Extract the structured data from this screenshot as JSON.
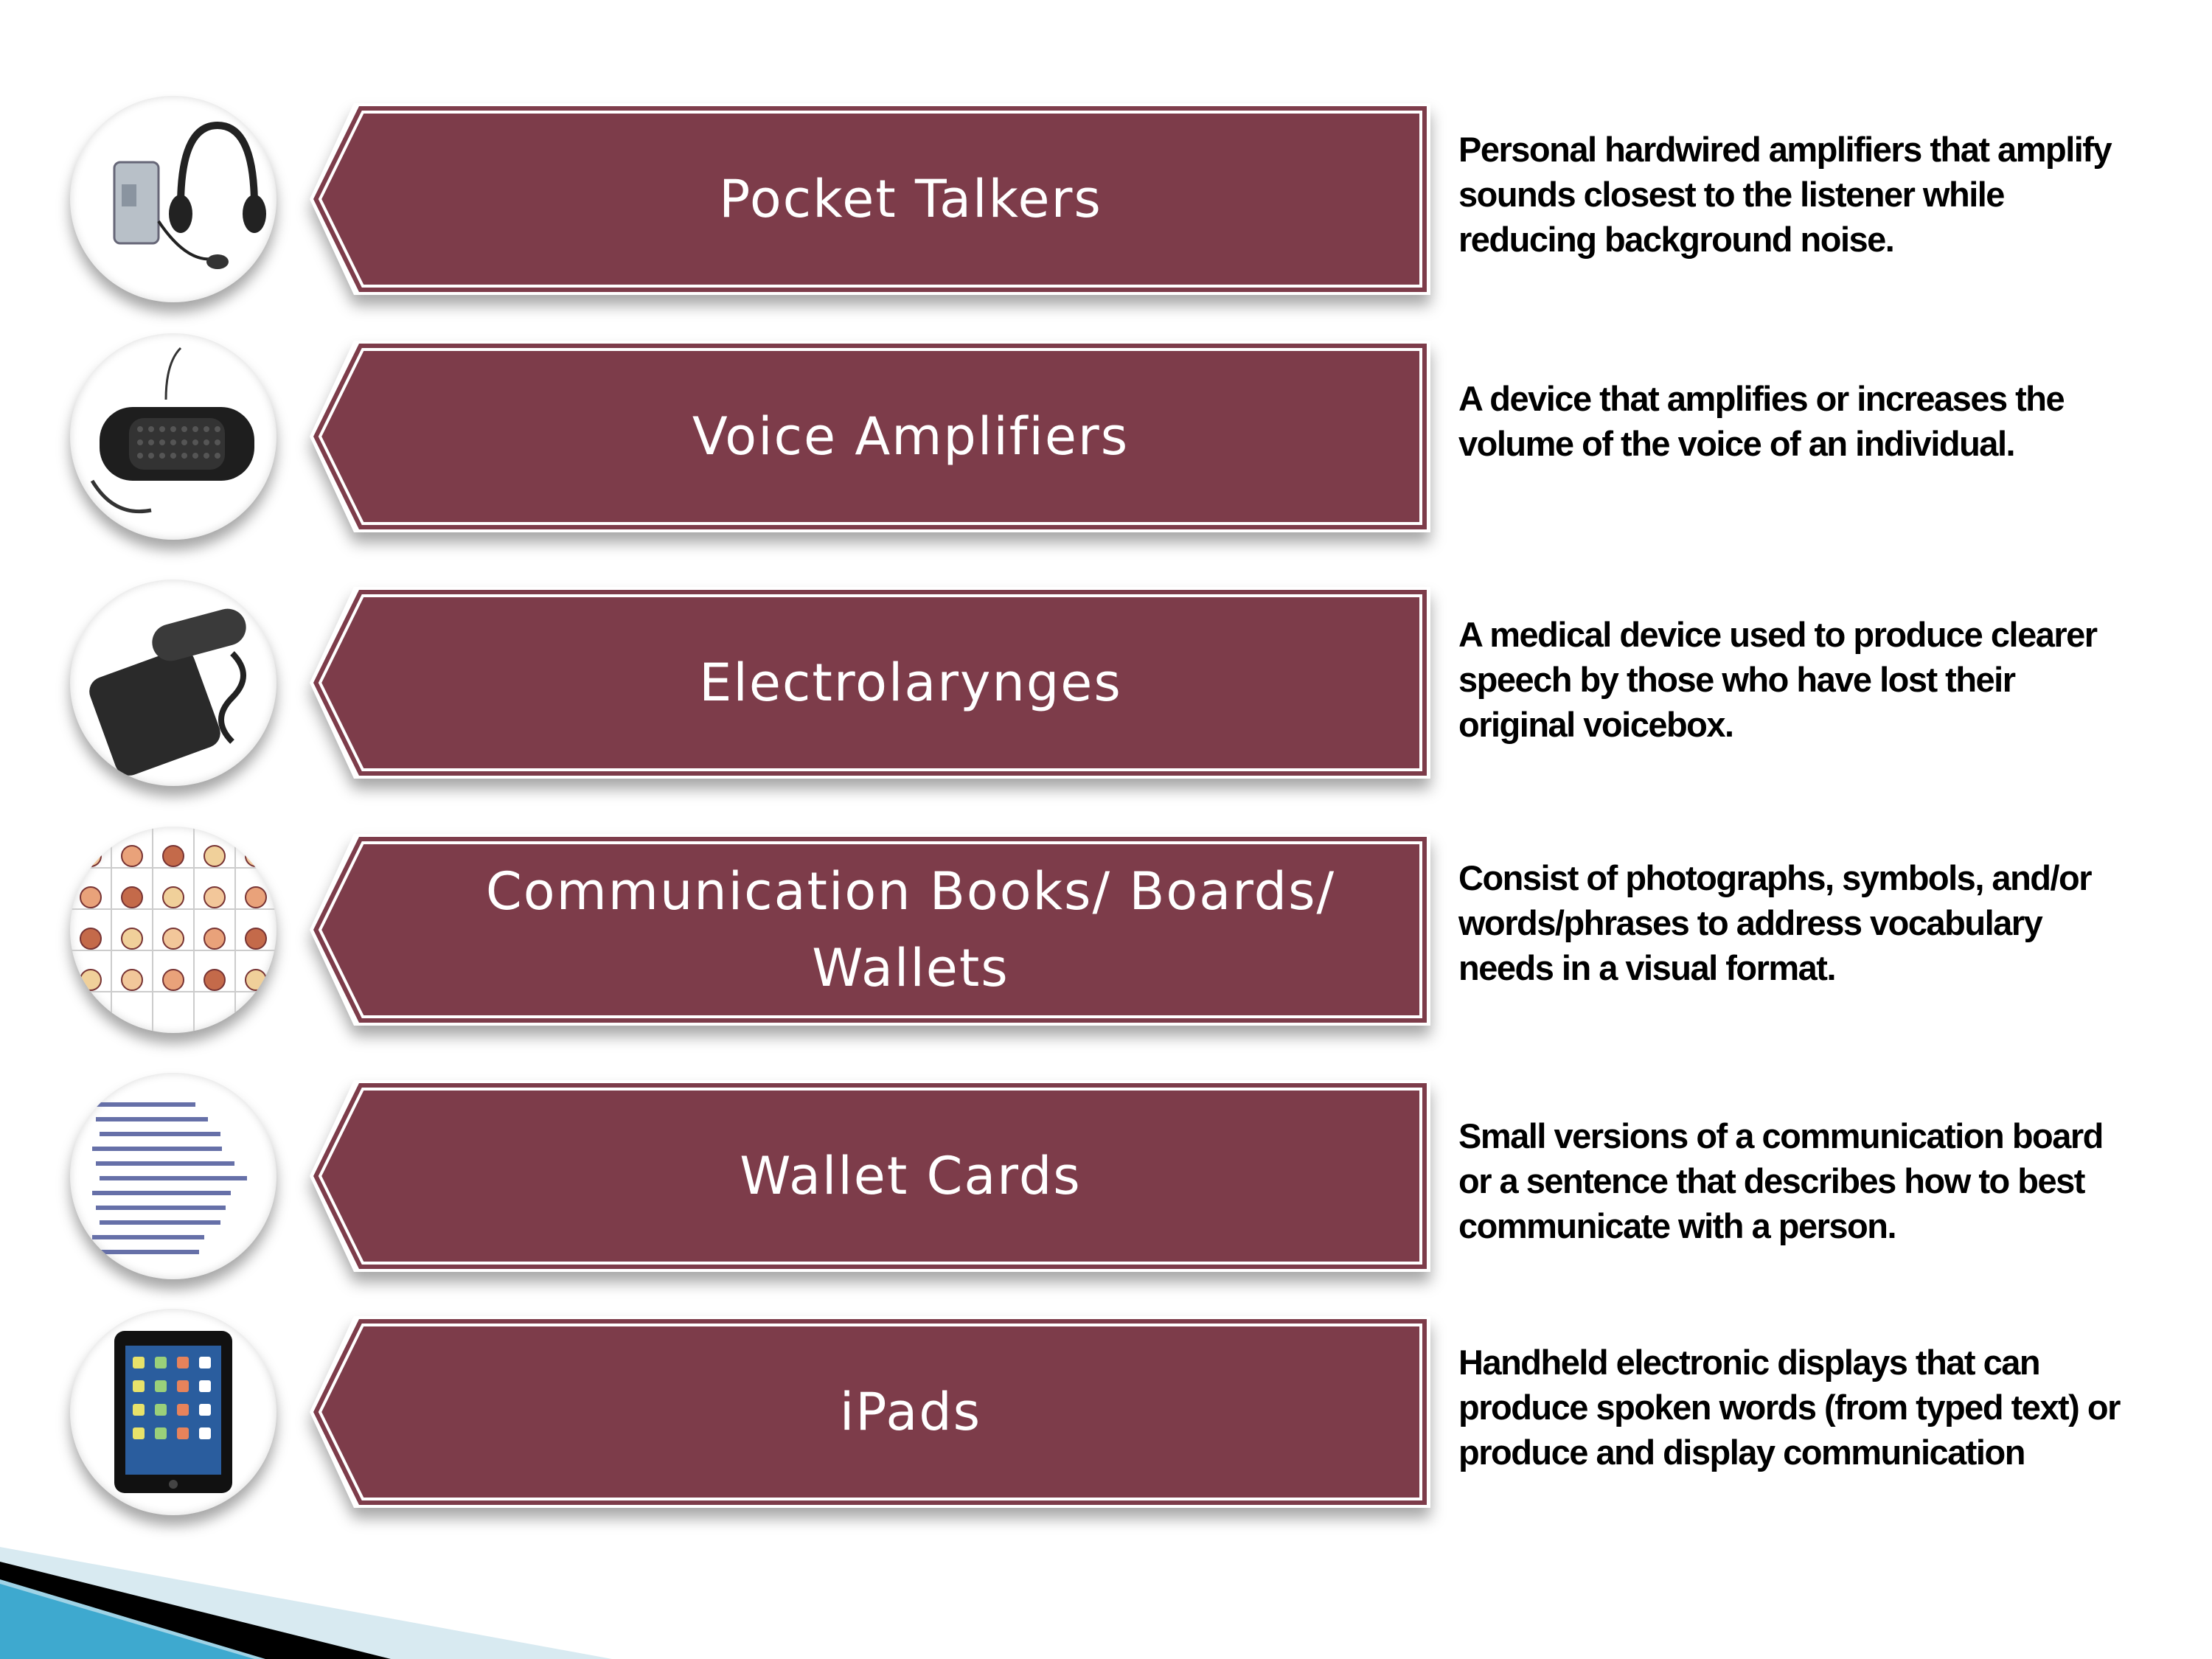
{
  "accent_color": "#7d3c4a",
  "items": [
    {
      "title": "Pocket Talkers",
      "icon": "pocket-talker-headphones-icon",
      "desc": [
        "Personal hardwired amplifiers that amplify",
        "sounds closest to the listener while",
        "reducing background noise."
      ]
    },
    {
      "title": "Voice Amplifiers",
      "icon": "voice-amplifier-icon",
      "desc": [
        "A device that amplifies or increases the",
        "volume of the voice of an individual."
      ]
    },
    {
      "title": "Electrolarynges",
      "icon": "electrolarynx-icon",
      "desc": [
        "A medical device used to produce clearer",
        "speech by those who have lost their",
        "original voicebox."
      ]
    },
    {
      "title": "Communication Books/ Boards/ Wallets",
      "icon": "communication-board-icon",
      "desc": [
        "Consist of photographs, symbols, and/or",
        "words/phrases  to address vocabulary",
        "needs in a visual format."
      ]
    },
    {
      "title": "Wallet Cards",
      "icon": "wallet-card-icon",
      "desc": [
        "Small versions of a communication board",
        "or a sentence that describes how to best",
        "communicate with a person."
      ]
    },
    {
      "title": "iPads",
      "icon": "ipad-icon",
      "desc": [
        "Handheld electronic displays that can",
        "produce spoken words (from typed text) or",
        "produce and display communication"
      ]
    }
  ]
}
